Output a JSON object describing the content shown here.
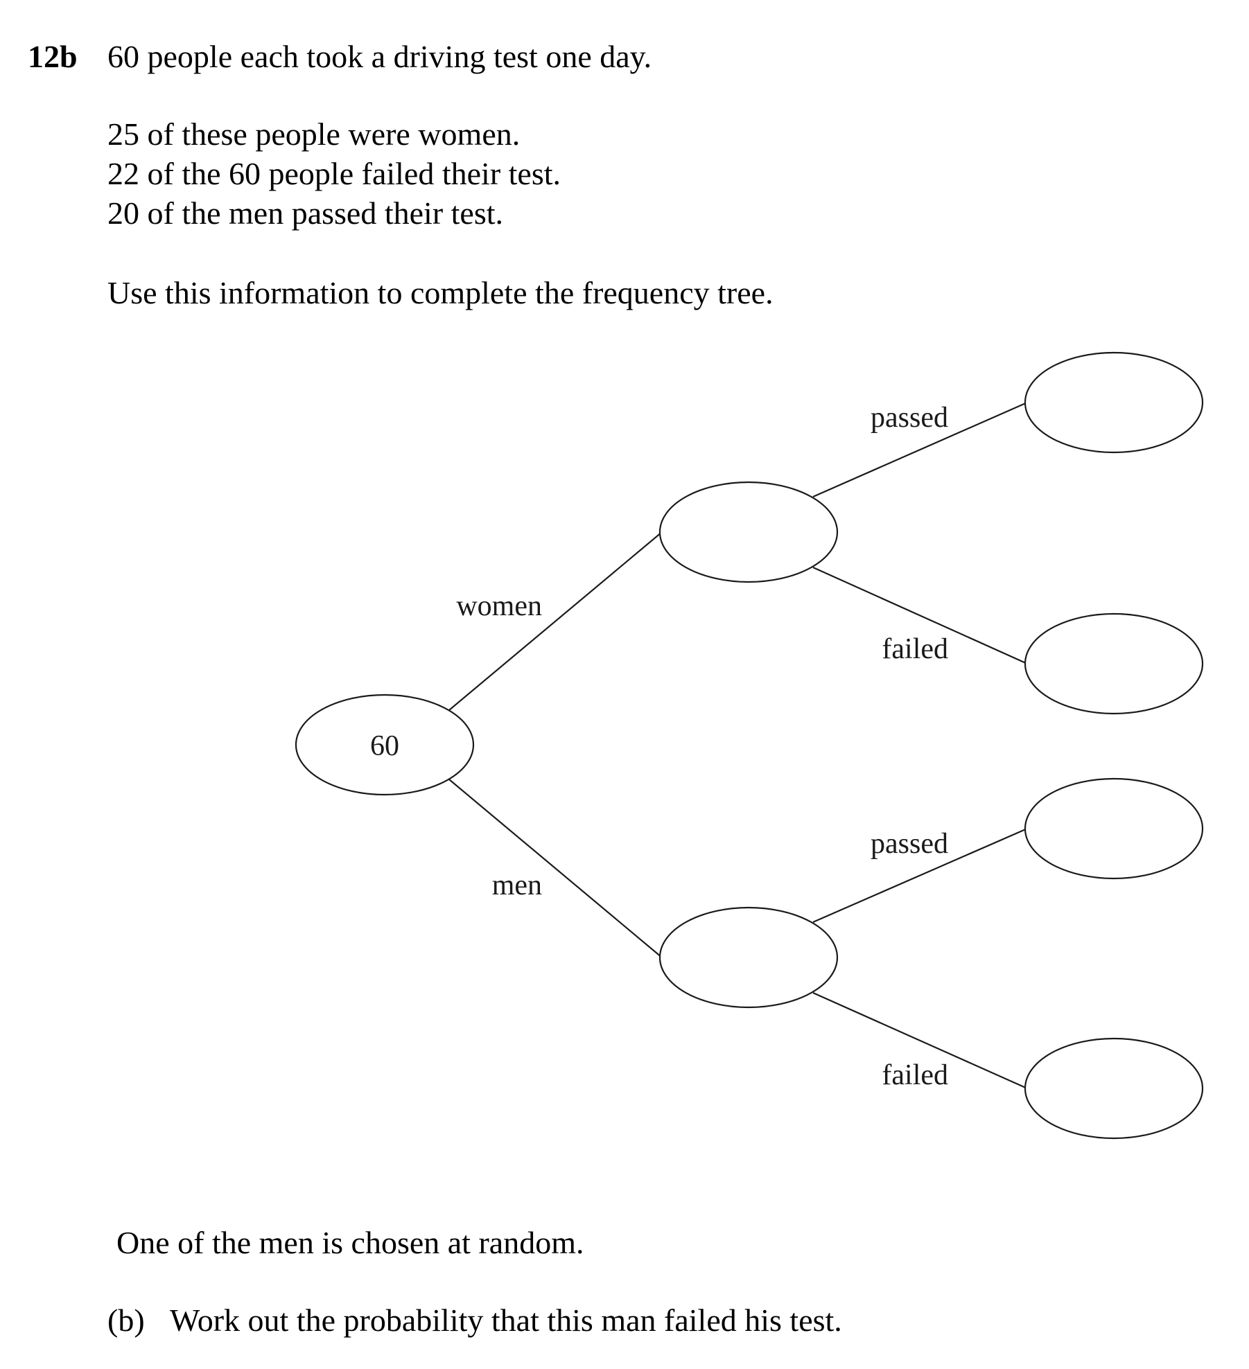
{
  "question": {
    "number": "12b",
    "intro": "60 people each took a driving test one day.",
    "facts": [
      "25 of these people were women.",
      "22 of the 60 people failed their test.",
      "20 of the men passed their test."
    ],
    "instruction": "Use this information to complete the frequency tree."
  },
  "tree": {
    "root_value": "60",
    "branch_labels": {
      "women": "women",
      "men": "men",
      "women_passed": "passed",
      "women_failed": "failed",
      "men_passed": "passed",
      "men_failed": "failed"
    }
  },
  "part_b": {
    "stem": "One of the men is chosen at random.",
    "label": "(b)",
    "text": "Work out the probability that this man failed his test."
  }
}
